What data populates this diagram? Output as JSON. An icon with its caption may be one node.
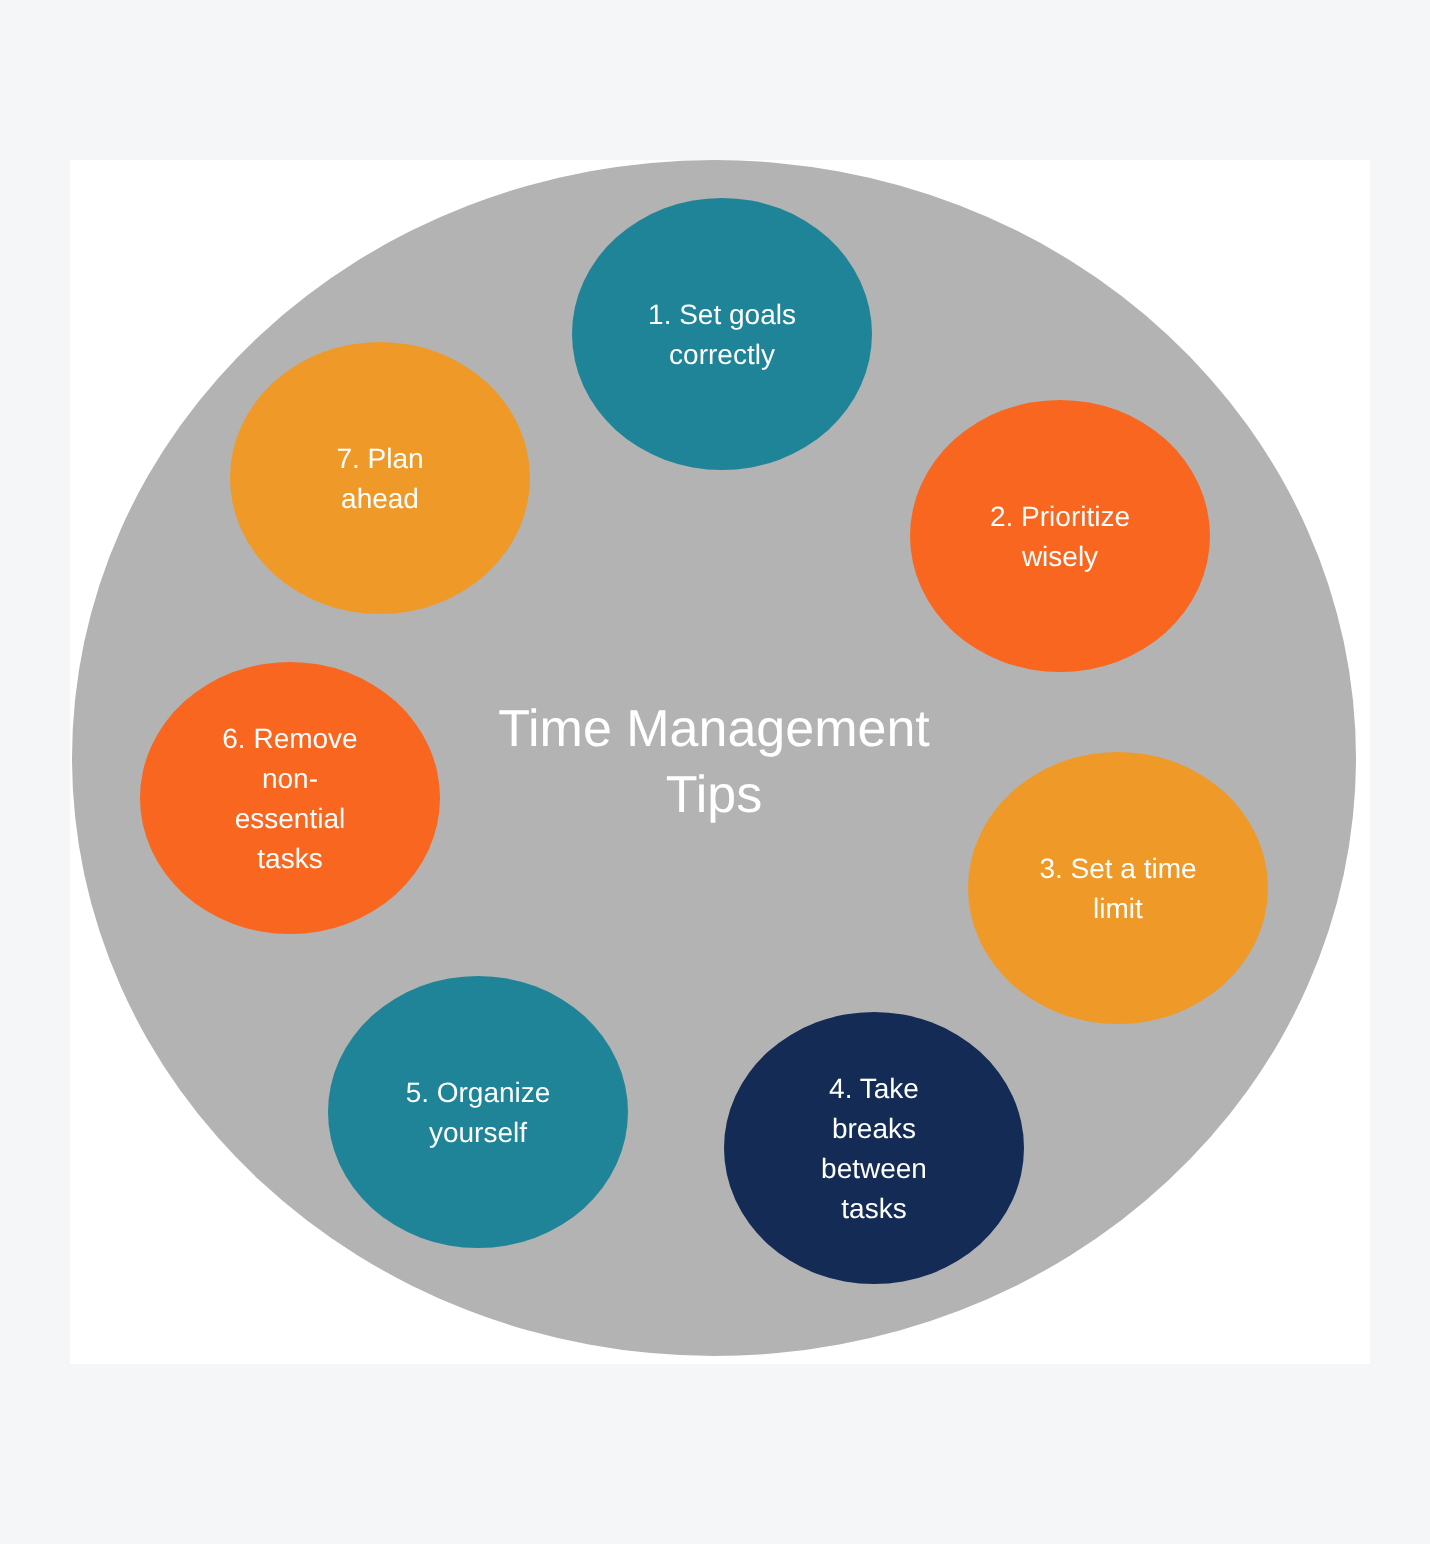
{
  "diagram": {
    "nodes": [
      {
        "text": [
          "Time Management Tips"
        ]
      },
      {
        "text": [
          "1. Set goals correctly"
        ],
        "in": 0
      },
      {
        "text": [
          "2. Prioritize wisely"
        ],
        "in": 0
      },
      {
        "text": [
          "3. Set a time limit"
        ],
        "in": 0
      },
      {
        "text": [
          "4. Take breaks between tasks"
        ],
        "in": 0
      },
      {
        "text": [
          "5. Organize yourself"
        ],
        "in": 0
      },
      {
        "text": [
          "6. Remove non-essential tasks"
        ],
        "in": 0
      },
      {
        "text": [
          "7. Plan ahead"
        ],
        "in": 0
      }
    ]
  }
}
